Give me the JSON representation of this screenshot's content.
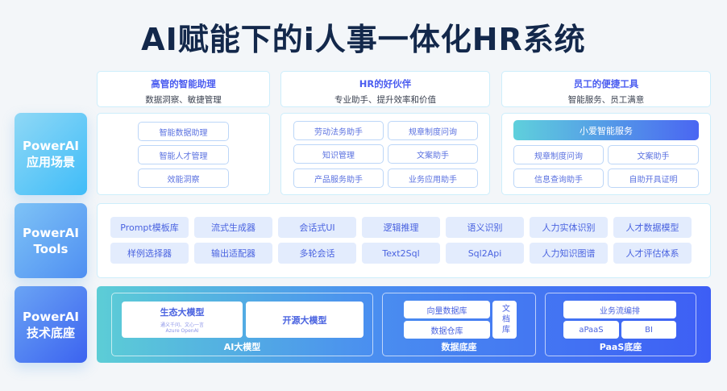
{
  "title": "AI赋能下的i人事一体化HR系统",
  "rows": [
    {
      "line1": "PowerAI",
      "line2": "应用场景"
    },
    {
      "line1": "PowerAI",
      "line2": "Tools"
    },
    {
      "line1": "PowerAI",
      "line2": "技术底座"
    }
  ],
  "scenarios": [
    {
      "heading": "高管的智能助理",
      "sub": "数据洞察、敏捷管理",
      "items": [
        "智能数据助理",
        "智能人才管理",
        "效能洞察"
      ]
    },
    {
      "heading": "HR的好伙伴",
      "sub": "专业助手、提升效率和价值",
      "items": [
        "劳动法务助手",
        "规章制度问询",
        "知识管理",
        "文案助手",
        "产品服务助手",
        "业务应用助手"
      ]
    },
    {
      "heading": "员工的便捷工具",
      "sub": "智能服务、员工满意",
      "featured": "小爱智能服务",
      "items": [
        "规章制度问询",
        "文案助手",
        "信息查询助手",
        "自助开具证明"
      ]
    }
  ],
  "tools": [
    "Prompt模板库",
    "流式生成器",
    "会话式UI",
    "逻辑推理",
    "语义识别",
    "人力实体识别",
    "人才数据模型",
    "样例选择器",
    "输出适配器",
    "多轮会话",
    "Text2Sql",
    "Sql2Api",
    "人力知识图谱",
    "人才评估体系"
  ],
  "base": {
    "ai": {
      "label": "AI大模型",
      "eco": "生态大模型",
      "eco_sub1": "通义千问、文心一言",
      "eco_sub2": "Azure OpenAI",
      "open": "开源大模型"
    },
    "data": {
      "label": "数据底座",
      "vector": "向量数据库",
      "warehouse": "数据仓库",
      "doc": "文档库"
    },
    "paas": {
      "label": "PaaS底座",
      "flow": "业务流编排",
      "apaas": "aPaaS",
      "bi": "BI"
    }
  }
}
